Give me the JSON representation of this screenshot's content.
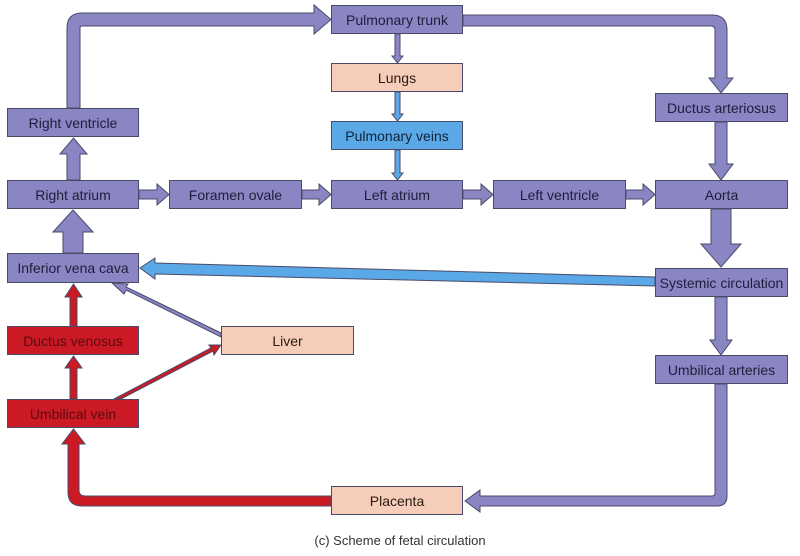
{
  "diagram": {
    "caption": "(c) Scheme of fetal circulation",
    "colors": {
      "deoxygenated_purple": "#8a86c4",
      "organ_peach": "#f6cdb8",
      "oxygenated_blue": "#5aa8e6",
      "oxygenated_red": "#cc1a24"
    },
    "nodes": {
      "pulmonary_trunk": "Pulmonary trunk",
      "lungs": "Lungs",
      "pulmonary_veins": "Pulmonary veins",
      "left_atrium": "Left atrium",
      "right_ventricle": "Right ventricle",
      "right_atrium": "Right atrium",
      "foramen_ovale": "Foramen ovale",
      "left_ventricle": "Left ventricle",
      "aorta": "Aorta",
      "ductus_arteriosus": "Ductus arteriosus",
      "inferior_vena_cava": "Inferior vena cava",
      "systemic_circulation": "Systemic circulation",
      "ductus_venosus": "Ductus venosus",
      "liver": "Liver",
      "umbilical_vein": "Umbilical vein",
      "umbilical_arteries": "Umbilical arteries",
      "placenta": "Placenta"
    },
    "edges": [
      {
        "from": "Right ventricle",
        "to": "Pulmonary trunk"
      },
      {
        "from": "Pulmonary trunk",
        "to": "Lungs"
      },
      {
        "from": "Lungs",
        "to": "Pulmonary veins"
      },
      {
        "from": "Pulmonary veins",
        "to": "Left atrium"
      },
      {
        "from": "Pulmonary trunk",
        "to": "Ductus arteriosus"
      },
      {
        "from": "Ductus arteriosus",
        "to": "Aorta"
      },
      {
        "from": "Right atrium",
        "to": "Right ventricle"
      },
      {
        "from": "Right atrium",
        "to": "Foramen ovale"
      },
      {
        "from": "Foramen ovale",
        "to": "Left atrium"
      },
      {
        "from": "Left atrium",
        "to": "Left ventricle"
      },
      {
        "from": "Left ventricle",
        "to": "Aorta"
      },
      {
        "from": "Aorta",
        "to": "Systemic circulation"
      },
      {
        "from": "Systemic circulation",
        "to": "Inferior vena cava"
      },
      {
        "from": "Inferior vena cava",
        "to": "Right atrium"
      },
      {
        "from": "Systemic circulation",
        "to": "Umbilical arteries"
      },
      {
        "from": "Umbilical arteries",
        "to": "Placenta"
      },
      {
        "from": "Placenta",
        "to": "Umbilical vein"
      },
      {
        "from": "Umbilical vein",
        "to": "Ductus venosus"
      },
      {
        "from": "Umbilical vein",
        "to": "Liver"
      },
      {
        "from": "Ductus venosus",
        "to": "Inferior vena cava"
      },
      {
        "from": "Liver",
        "to": "Inferior vena cava"
      }
    ]
  }
}
